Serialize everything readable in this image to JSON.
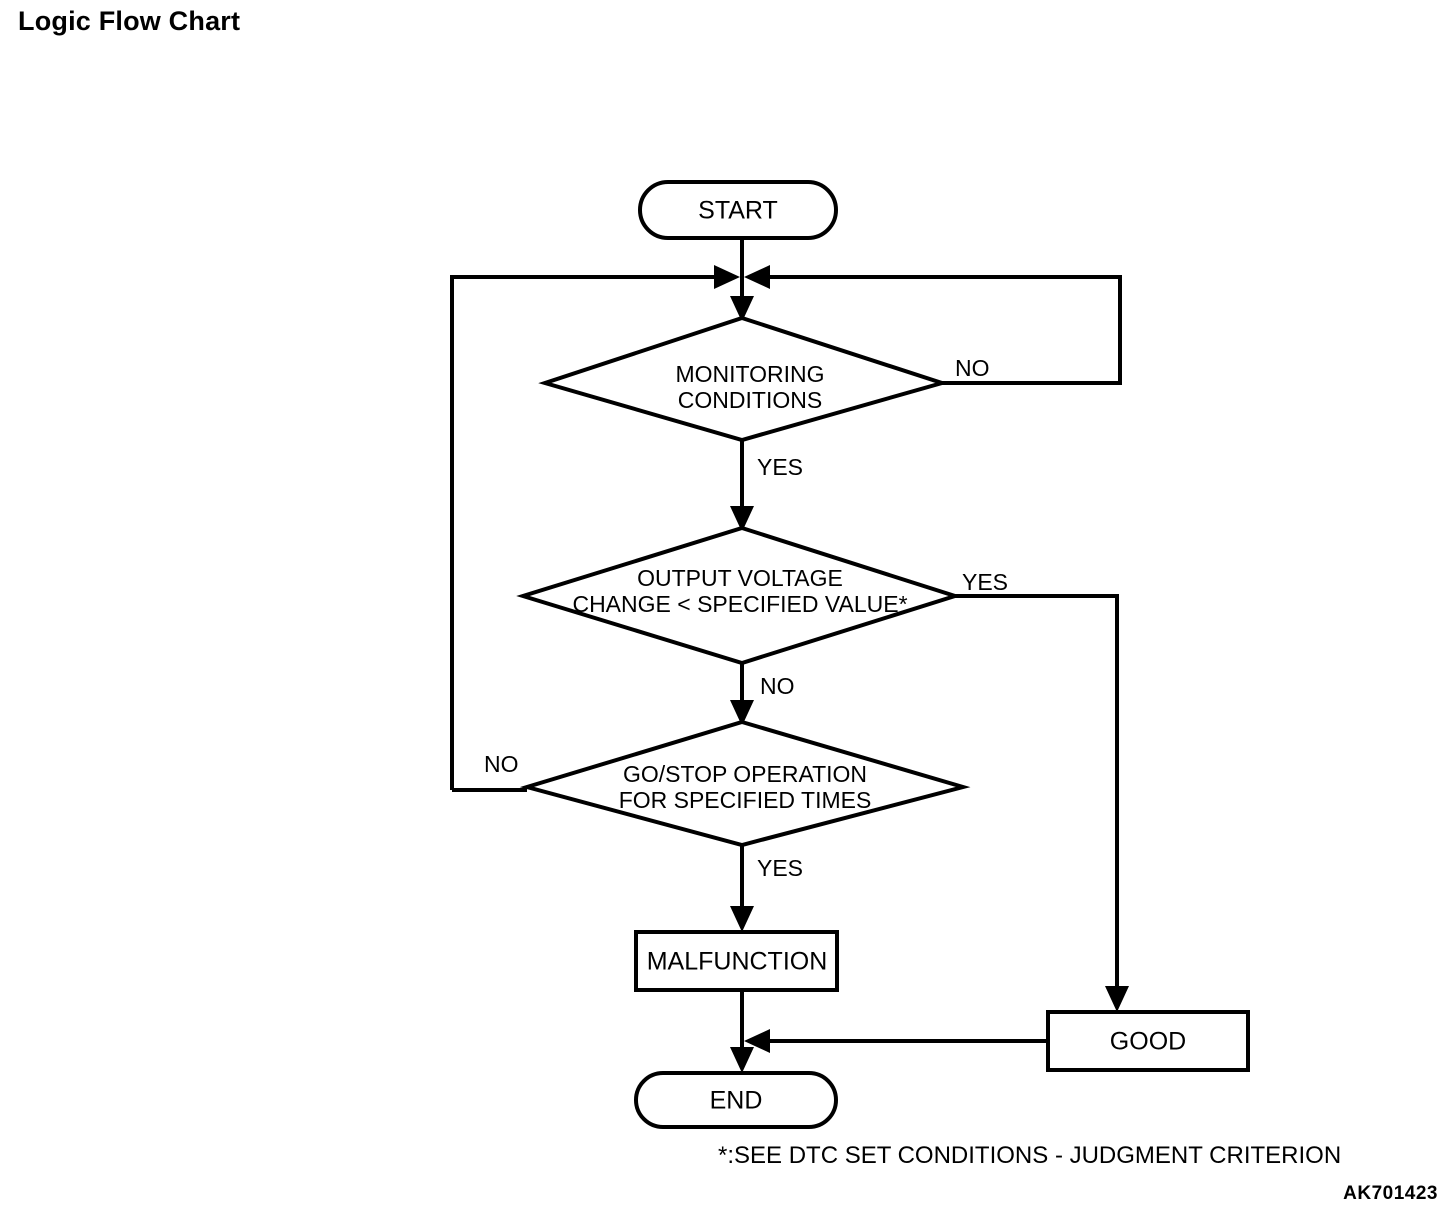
{
  "page": {
    "title": "Logic Flow Chart",
    "figure_code": "AK701423",
    "background_color": "#ffffff",
    "line_color": "#000000"
  },
  "chart_data": {
    "type": "diagram",
    "diagram_kind": "flowchart",
    "title": "Logic Flow Chart",
    "nodes": [
      {
        "id": "start",
        "shape": "stadium",
        "label": "START"
      },
      {
        "id": "monitoring",
        "shape": "diamond",
        "label_line1": "MONITORING",
        "label_line2": "CONDITIONS"
      },
      {
        "id": "voltage",
        "shape": "diamond",
        "label_line1": "OUTPUT VOLTAGE",
        "label_line2": "CHANGE < SPECIFIED VALUE*"
      },
      {
        "id": "gostop",
        "shape": "diamond",
        "label_line1": "GO/STOP OPERATION",
        "label_line2": "FOR SPECIFIED TIMES"
      },
      {
        "id": "malfunction",
        "shape": "rectangle",
        "label": "MALFUNCTION"
      },
      {
        "id": "good",
        "shape": "rectangle",
        "label": "GOOD"
      },
      {
        "id": "end",
        "shape": "stadium",
        "label": "END"
      }
    ],
    "edges": [
      {
        "from": "start",
        "to": "monitoring",
        "label": ""
      },
      {
        "from": "monitoring",
        "to": "start-join",
        "label": "NO"
      },
      {
        "from": "monitoring",
        "to": "voltage",
        "label": "YES"
      },
      {
        "from": "voltage",
        "to": "good",
        "label": "YES"
      },
      {
        "from": "voltage",
        "to": "gostop",
        "label": "NO"
      },
      {
        "from": "gostop",
        "to": "start-join",
        "label": "NO"
      },
      {
        "from": "gostop",
        "to": "malfunction",
        "label": "YES"
      },
      {
        "from": "malfunction",
        "to": "end",
        "label": ""
      },
      {
        "from": "good",
        "to": "end",
        "label": ""
      }
    ],
    "footnote": "*:SEE DTC SET CONDITIONS - JUDGMENT CRITERION"
  },
  "nodes": {
    "start": {
      "label": "START"
    },
    "monitoring": {
      "line1": "MONITORING",
      "line2": "CONDITIONS"
    },
    "voltage": {
      "line1": "OUTPUT VOLTAGE",
      "line2": "CHANGE < SPECIFIED VALUE*"
    },
    "gostop": {
      "line1": "GO/STOP OPERATION",
      "line2": "FOR SPECIFIED TIMES"
    },
    "malfunction": {
      "label": "MALFUNCTION"
    },
    "good": {
      "label": "GOOD"
    },
    "end": {
      "label": "END"
    }
  },
  "edge_labels": {
    "monitoring_no": "NO",
    "monitoring_yes": "YES",
    "voltage_yes": "YES",
    "voltage_no": "NO",
    "gostop_no": "NO",
    "gostop_yes": "YES"
  },
  "footnote": {
    "text": "*:SEE DTC SET CONDITIONS - JUDGMENT CRITERION"
  }
}
